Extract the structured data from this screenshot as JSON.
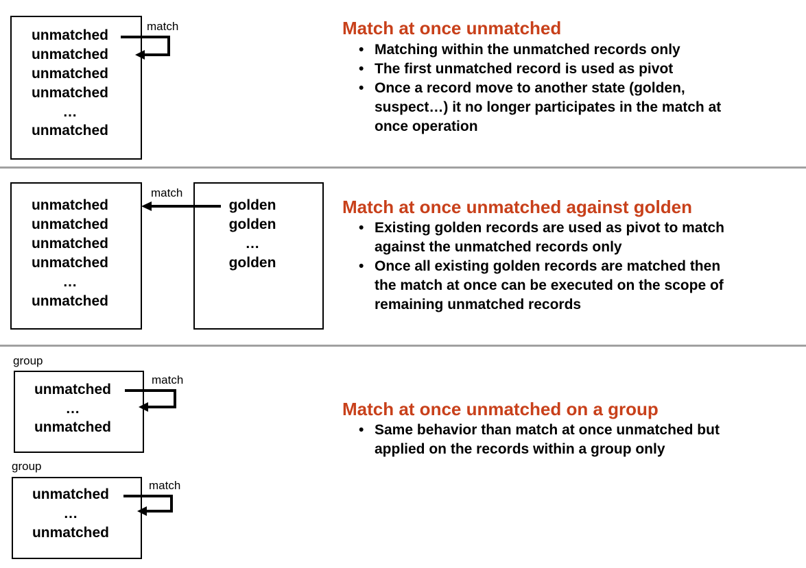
{
  "sections": [
    {
      "title": "Match at once unmatched",
      "bullets": [
        [
          "Matching within the unmatched records only"
        ],
        [
          "The first unmatched record is used as pivot"
        ],
        [
          "Once a record move to another state (golden,",
          "suspect…) it no longer participates in the match at",
          "once operation"
        ]
      ],
      "box_items": [
        "unmatched",
        "unmatched",
        "unmatched",
        "unmatched",
        "…",
        "unmatched"
      ],
      "arrow_label": "match"
    },
    {
      "title": "Match at once unmatched against golden",
      "bullets": [
        [
          "Existing golden records are used as pivot to match",
          "against the unmatched records only"
        ],
        [
          "Once all existing golden records are matched then",
          "the match at once can be executed on the scope of",
          "remaining unmatched records"
        ]
      ],
      "left_items": [
        "unmatched",
        "unmatched",
        "unmatched",
        "unmatched",
        "…",
        "unmatched"
      ],
      "right_items": [
        "golden",
        "golden",
        "…",
        "golden"
      ],
      "arrow_label": "match"
    },
    {
      "title": "Match at once unmatched on a group",
      "bullets": [
        [
          "Same behavior than match at once unmatched but",
          "applied on the records within a group only"
        ]
      ],
      "groups": [
        {
          "label": "group",
          "items": [
            "unmatched",
            "…",
            "unmatched"
          ],
          "arrow_label": "match"
        },
        {
          "label": "group",
          "items": [
            "unmatched",
            "…",
            "unmatched"
          ],
          "arrow_label": "match"
        }
      ]
    }
  ]
}
